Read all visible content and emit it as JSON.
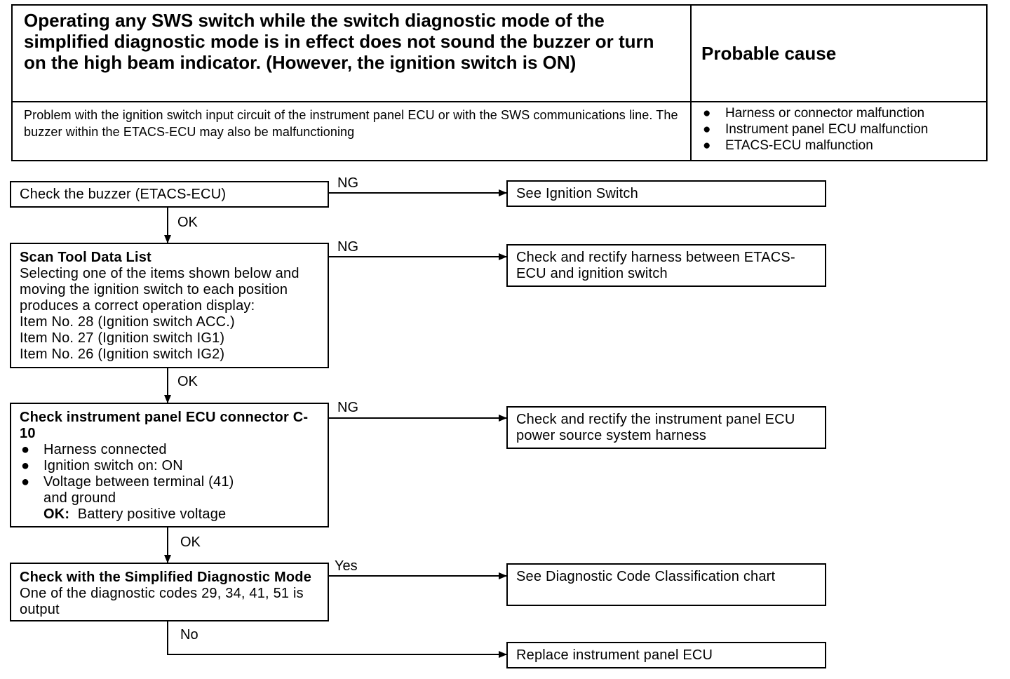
{
  "header": {
    "symptom": "Operating any SWS switch while the switch diagnostic mode of the simplified diagnostic mode is in effect does not sound the buzzer or turn on the high beam indicator. (However, the ignition switch is ON)",
    "probable_cause_title": "Probable cause",
    "description": "Problem with the ignition switch input circuit of the instrument panel ECU or with the SWS communications line. The buzzer within the ETACS-ECU may also be malfunctioning",
    "causes": [
      "Harness or connector malfunction",
      "Instrument panel ECU malfunction",
      "ETACS-ECU malfunction"
    ]
  },
  "flow": {
    "step1": {
      "text": "Check the buzzer (ETACS-ECU)"
    },
    "step1_ng": "NG",
    "step1_ok": "OK",
    "result1": "See Ignition Switch",
    "step2": {
      "title": "Scan Tool Data List",
      "lines": [
        "Selecting one of the items shown below and",
        "moving the ignition switch to each position",
        "produces a correct operation display:",
        "Item No. 28 (Ignition switch ACC.)",
        "Item No. 27 (Ignition switch IG1)",
        "Item No. 26 (Ignition switch IG2)"
      ]
    },
    "step2_ng": "NG",
    "step2_ok": "OK",
    "result2": "Check and rectify harness between ETACS-ECU and ignition switch",
    "step3": {
      "title": "Check instrument panel ECU connector C-10",
      "bullets": [
        "Harness connected",
        "Ignition switch on: ON",
        "Voltage between terminal (41) and ground"
      ],
      "ok_label": "OK:",
      "ok_value": "Battery positive voltage"
    },
    "step3_ng": "NG",
    "step3_ok": "OK",
    "result3": "Check and rectify the instrument panel ECU power source system harness",
    "step4": {
      "title": "Check with the Simplified Diagnostic Mode",
      "text": "One of the diagnostic codes 29, 34, 41, 51 is output"
    },
    "step4_yes": "Yes",
    "step4_no": "No",
    "result4": "See Diagnostic Code Classification chart",
    "result5": "Replace instrument panel ECU"
  }
}
